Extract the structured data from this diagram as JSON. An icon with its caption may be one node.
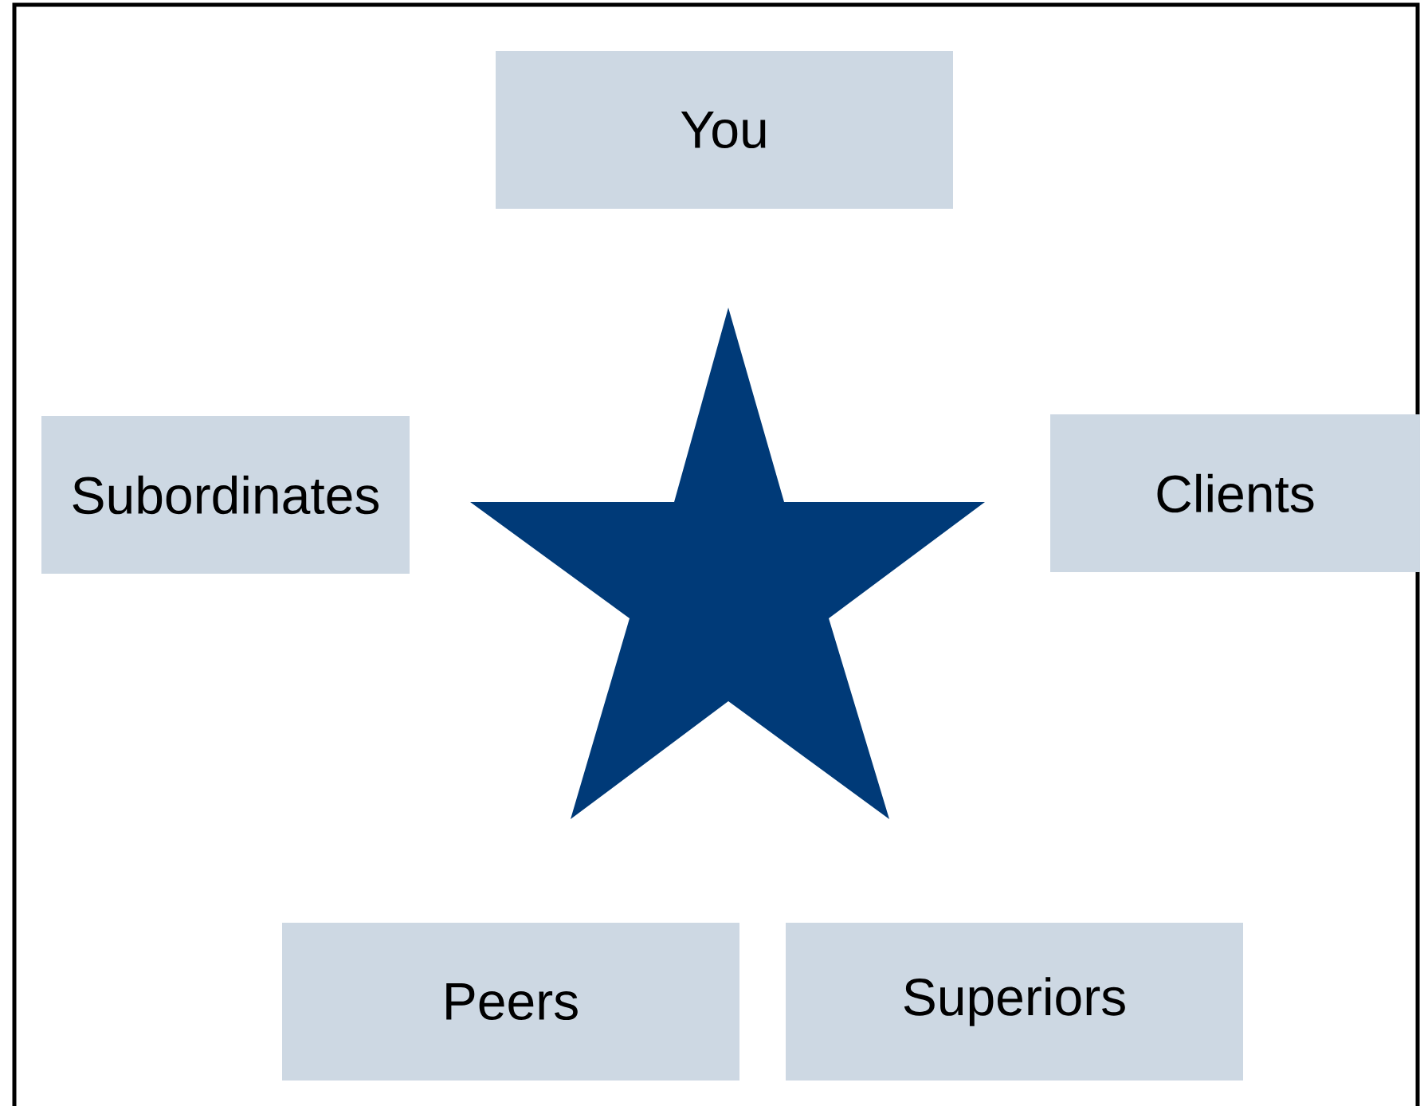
{
  "diagram": {
    "nodes": [
      {
        "text": [
          "You"
        ]
      },
      {
        "text": [
          "Subordinates"
        ]
      },
      {
        "text": [],
        "shape": "star"
      },
      {
        "text": [
          "Clients"
        ]
      },
      {
        "text": [
          "Peers"
        ]
      },
      {
        "text": [
          "Superiors"
        ]
      }
    ]
  }
}
